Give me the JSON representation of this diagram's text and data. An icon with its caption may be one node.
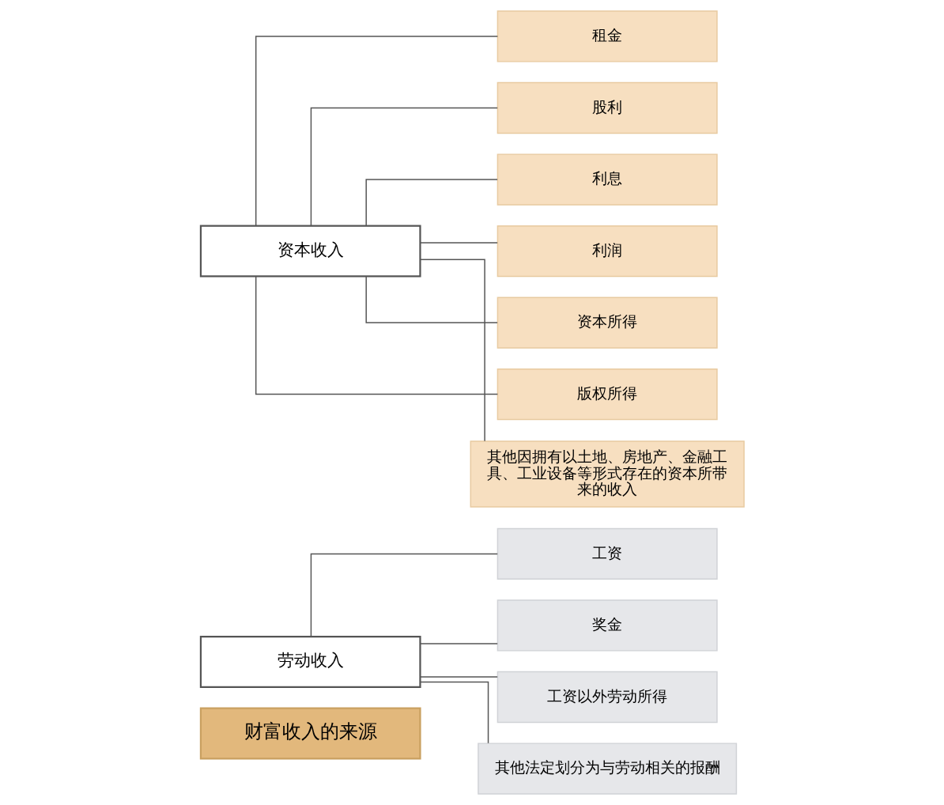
{
  "diagram": {
    "nodes": [
      {
        "text": [
          "财富收入的来源"
        ]
      },
      {
        "text": [
          "劳动收入"
        ]
      },
      {
        "text": [
          "工资"
        ]
      },
      {
        "text": [
          "奖金"
        ]
      },
      {
        "text": [
          "工资以外劳动所得"
        ]
      },
      {
        "text": [
          "其他法定划分为与劳动相关的报酬"
        ]
      },
      {
        "text": [
          "资本收入"
        ]
      },
      {
        "text": [
          "租金"
        ]
      },
      {
        "text": [
          "股利"
        ]
      },
      {
        "text": [
          "利息"
        ]
      },
      {
        "text": [
          "利润"
        ]
      },
      {
        "text": [
          "资本所得"
        ]
      },
      {
        "text": [
          "版权所得"
        ]
      },
      {
        "text": [
          "其他因拥有以土地、房地产、金融工具、工业设备等形式存在的资本所带来的收入"
        ]
      }
    ],
    "edges": [
      {
        "from": 1,
        "to": 2,
        "arrow": "none"
      },
      {
        "from": 1,
        "to": 3,
        "arrow": "none"
      },
      {
        "from": 1,
        "to": 4,
        "arrow": "none"
      },
      {
        "from": 1,
        "to": 5,
        "arrow": "none"
      },
      {
        "from": 6,
        "to": 7,
        "arrow": "none"
      },
      {
        "from": 6,
        "to": 8,
        "arrow": "none"
      },
      {
        "from": 6,
        "to": 9,
        "arrow": "none"
      },
      {
        "from": 6,
        "to": 10,
        "arrow": "none"
      },
      {
        "from": 6,
        "to": 11,
        "arrow": "none"
      },
      {
        "from": 6,
        "to": 12,
        "arrow": "none"
      },
      {
        "from": 6,
        "to": 13,
        "arrow": "none"
      }
    ]
  }
}
